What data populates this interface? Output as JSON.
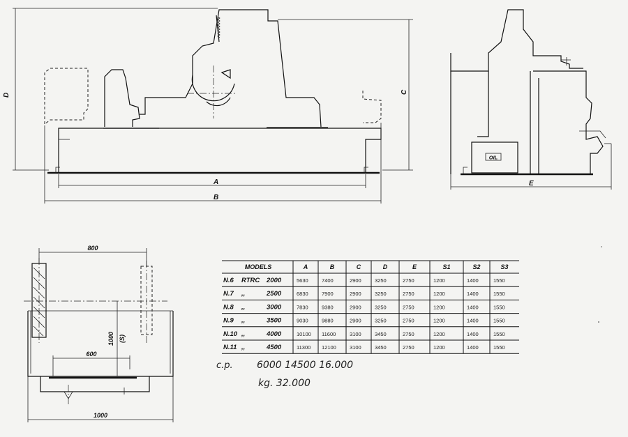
{
  "front_view": {
    "dims": {
      "a": "A",
      "b": "B",
      "c": "C",
      "d": "D"
    }
  },
  "side_view": {
    "dims": {
      "e": "E"
    },
    "tank_label": "OIL"
  },
  "plan_view": {
    "dims": {
      "top": "800",
      "height": "1000",
      "height_sub": "(S)",
      "inner": "600",
      "bottom": "1000"
    }
  },
  "table": {
    "headers": [
      "MODELS",
      "A",
      "B",
      "C",
      "D",
      "E",
      "S1",
      "S2",
      "S3"
    ],
    "rows": [
      {
        "model": "N.6",
        "type": "RTRC",
        "size": "2000",
        "values": [
          "5630",
          "7400",
          "2900",
          "3250",
          "2750",
          "1200",
          "1400",
          "1550"
        ]
      },
      {
        "model": "N.7",
        "type": ",,",
        "size": "2500",
        "values": [
          "6830",
          "7900",
          "2900",
          "3250",
          "2750",
          "1200",
          "1400",
          "1550"
        ]
      },
      {
        "model": "N.8",
        "type": ",,",
        "size": "3000",
        "values": [
          "7830",
          "9380",
          "2900",
          "3250",
          "2750",
          "1200",
          "1400",
          "1550"
        ]
      },
      {
        "model": "N.9",
        "type": ",,",
        "size": "3500",
        "values": [
          "9030",
          "9880",
          "2900",
          "3250",
          "2750",
          "1200",
          "1400",
          "1550"
        ]
      },
      {
        "model": "N.10",
        "type": ",,",
        "size": "4000",
        "values": [
          "10100",
          "11600",
          "3100",
          "3450",
          "2750",
          "1200",
          "1400",
          "1550"
        ]
      },
      {
        "model": "N.11",
        "type": ",,",
        "size": "4500",
        "values": [
          "11300",
          "12100",
          "3100",
          "3450",
          "2750",
          "1200",
          "1400",
          "1550"
        ]
      }
    ]
  },
  "notes": {
    "cp_label": "c.p.",
    "cp_values": "6000 14500 16.000",
    "weight": "kg. 32.000"
  }
}
